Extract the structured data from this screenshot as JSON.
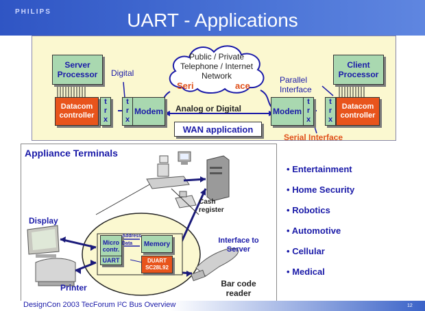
{
  "logo": {
    "text": "PHILIPS"
  },
  "title": "UART - Applications",
  "wan": {
    "server_processor": "Server Processor",
    "client_processor": "Client Processor",
    "digital": "Digital",
    "parallel_interface": "Parallel Interface",
    "datacom_left": "Datacom controller",
    "datacom_right": "Datacom controller",
    "modem_left": "Modem",
    "modem_right": "Modem",
    "cloud": "Public / Private Telephone / Internet Network",
    "serial_left": "Seri",
    "serial_right": "ace",
    "analog_or_digital": "Analog or Digital",
    "wan_application": "WAN application",
    "serial_interface": "Serial Interface",
    "trx": [
      "t",
      "r",
      "x"
    ]
  },
  "appliance": {
    "title": "Appliance Terminals",
    "display": "Display",
    "printer": "Printer",
    "micro": "Micro contr.",
    "uart": "UART",
    "address": "Address",
    "data": "Data",
    "memory": "Memory",
    "duart": "DUART SC28L92",
    "cash_register": "Cash register",
    "interface_to_server": "Interface to Server",
    "bar_code_reader": "Bar code reader"
  },
  "bullets": [
    "Entertainment",
    "Home Security",
    "Robotics",
    "Automotive",
    "Cellular",
    "Medical"
  ],
  "bullet_char": "•",
  "footer": {
    "text": "DesignCon 2003  TecForum  I²C Bus Overview",
    "page": "12"
  },
  "colors": {
    "header_blue": "#3b63c8",
    "title_blue": "#1a1aa8",
    "orange": "#e0501a",
    "wan_bg": "#fbf8d0",
    "green_box": "#a9d8b0"
  }
}
